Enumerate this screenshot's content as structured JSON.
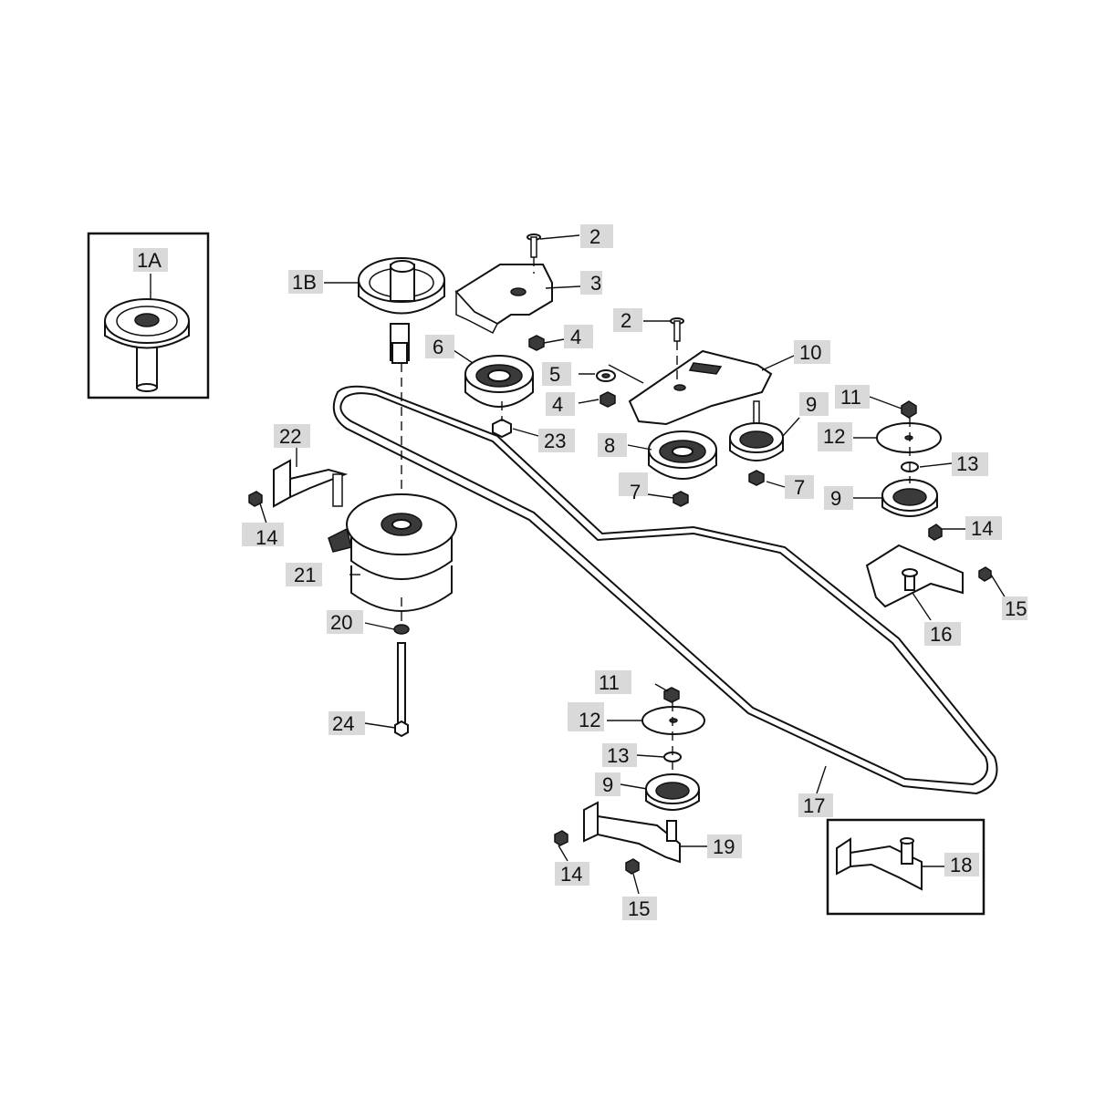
{
  "labels": {
    "l1A": "1A",
    "l1B": "1B",
    "l2a": "2",
    "l2b": "2",
    "l3": "3",
    "l4a": "4",
    "l4b": "4",
    "l5": "5",
    "l6": "6",
    "l7a": "7",
    "l7b": "7",
    "l8": "8",
    "l9a": "9",
    "l9b": "9",
    "l9c": "9",
    "l10": "10",
    "l11a": "11",
    "l11b": "11",
    "l12a": "12",
    "l12b": "12",
    "l13a": "13",
    "l13b": "13",
    "l14a": "14",
    "l14b": "14",
    "l14c": "14",
    "l15a": "15",
    "l15b": "15",
    "l16": "16",
    "l17": "17",
    "l18": "18",
    "l19": "19",
    "l20": "20",
    "l21": "21",
    "l22": "22",
    "l23": "23",
    "l24": "24"
  }
}
